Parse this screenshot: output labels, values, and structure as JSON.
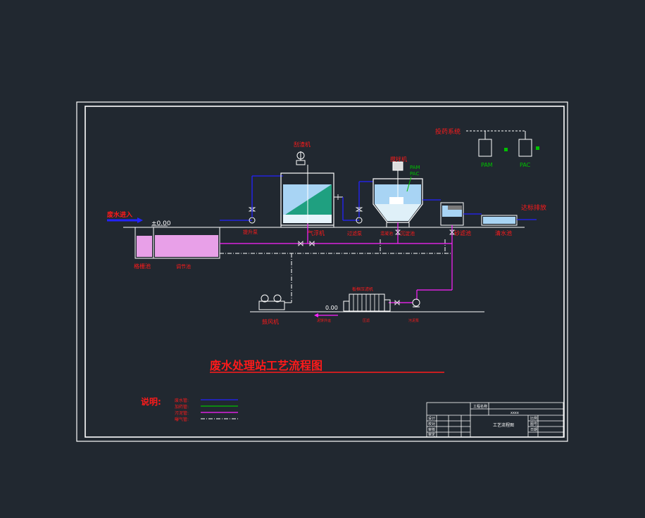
{
  "title": "废水处理站工艺流程图",
  "colors": {
    "background": "#212830",
    "frame": "#ffffff",
    "label_red": "#ff1a1a",
    "water_pipe": "#2323ff",
    "dosing_pipe": "#00c000",
    "sludge_pipe": "#ff22ff",
    "air_pipe": "#ffffff",
    "tank_fill_pink": "#e8a0e8",
    "tank_fill_blue": "#a8d4f4",
    "tank_fill_green": "#1fa080"
  },
  "inflow_label": "废水进入",
  "ground_level": "±0.00",
  "outflow_label": "达标排放",
  "equipment": {
    "tank_grating": "格栅池",
    "tank_regulating": "调节池",
    "pump_lift": "提升泵",
    "tank_air_flotation": "气浮机",
    "scraper": "刮渣机",
    "tank_reaction": "混凝池",
    "pump_transfer": "过滤泵",
    "mixer": "搅拌机",
    "tank_sediment": "沉淀池",
    "tank_sand_filter": "砂滤池",
    "tank_clear_water": "清水池",
    "blower": "鼓风机",
    "filter_press": "板框压滤机",
    "pump_sludge": "污泥泵",
    "sludge_outlet": "泥饼外运",
    "press_label": "压滤",
    "sludge_level": "0.00",
    "dosing_title": "投药系统",
    "chem_pam": "PAM",
    "chem_pac": "PAC",
    "chem_pam_small": "PAM",
    "chem_pac_small": "PAC"
  },
  "legend": {
    "title": "说明:",
    "items": [
      {
        "label": "废水管:",
        "color_key": "water_pipe"
      },
      {
        "label": "加药管:",
        "color_key": "dosing_pipe"
      },
      {
        "label": "污泥管:",
        "color_key": "sludge_pipe"
      },
      {
        "label": "曝气管:",
        "color_key": "air_pipe"
      }
    ]
  },
  "title_block": {
    "project_label": "工程名称",
    "project_value": "xxxx",
    "drawing_name": "工艺流程图",
    "row_labels": [
      "设计",
      "校对",
      "审核",
      "审定"
    ],
    "scale_label": "比例",
    "number_label": "图号",
    "date_label": "日期"
  }
}
